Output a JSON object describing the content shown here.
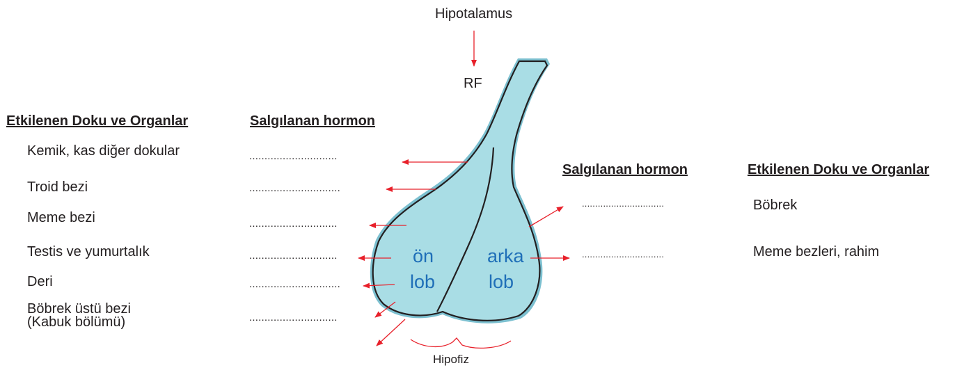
{
  "top_label": "Hipotalamus",
  "rf_label": "RF",
  "bottom_label": "Hipofiz",
  "left_headers": {
    "tissues": "Etkilenen Doku ve Organlar",
    "hormone": "Salgılanan hormon"
  },
  "right_headers": {
    "hormone": "Salgılanan hormon",
    "tissues": "Etkilenen Doku ve Organlar"
  },
  "left_items": [
    {
      "tissue": "Kemik, kas diğer dokular",
      "blank": "............................."
    },
    {
      "tissue": "Troid bezi",
      "blank": ".............................."
    },
    {
      "tissue": "Meme bezi",
      "blank": "............................."
    },
    {
      "tissue": "Testis ve yumurtalık",
      "blank": "............................."
    },
    {
      "tissue": "Deri",
      "blank": ".............................."
    },
    {
      "tissue": "Böbrek üstü bezi",
      "tissue_line2": "(Kabuk bölümü)",
      "blank": "............................."
    }
  ],
  "right_items": [
    {
      "tissue": "Böbrek",
      "blank": "..............................."
    },
    {
      "tissue": "Meme bezleri, rahim",
      "blank": "..............................."
    }
  ],
  "lobes": {
    "front_line1": "ön",
    "front_line2": "lob",
    "back_line1": "arka",
    "back_line2": "lob"
  },
  "colors": {
    "gland_fill": "#a9dde5",
    "gland_stroke": "#231f20",
    "arrow": "#e8202a",
    "lobe_text": "#1f6fb8"
  }
}
